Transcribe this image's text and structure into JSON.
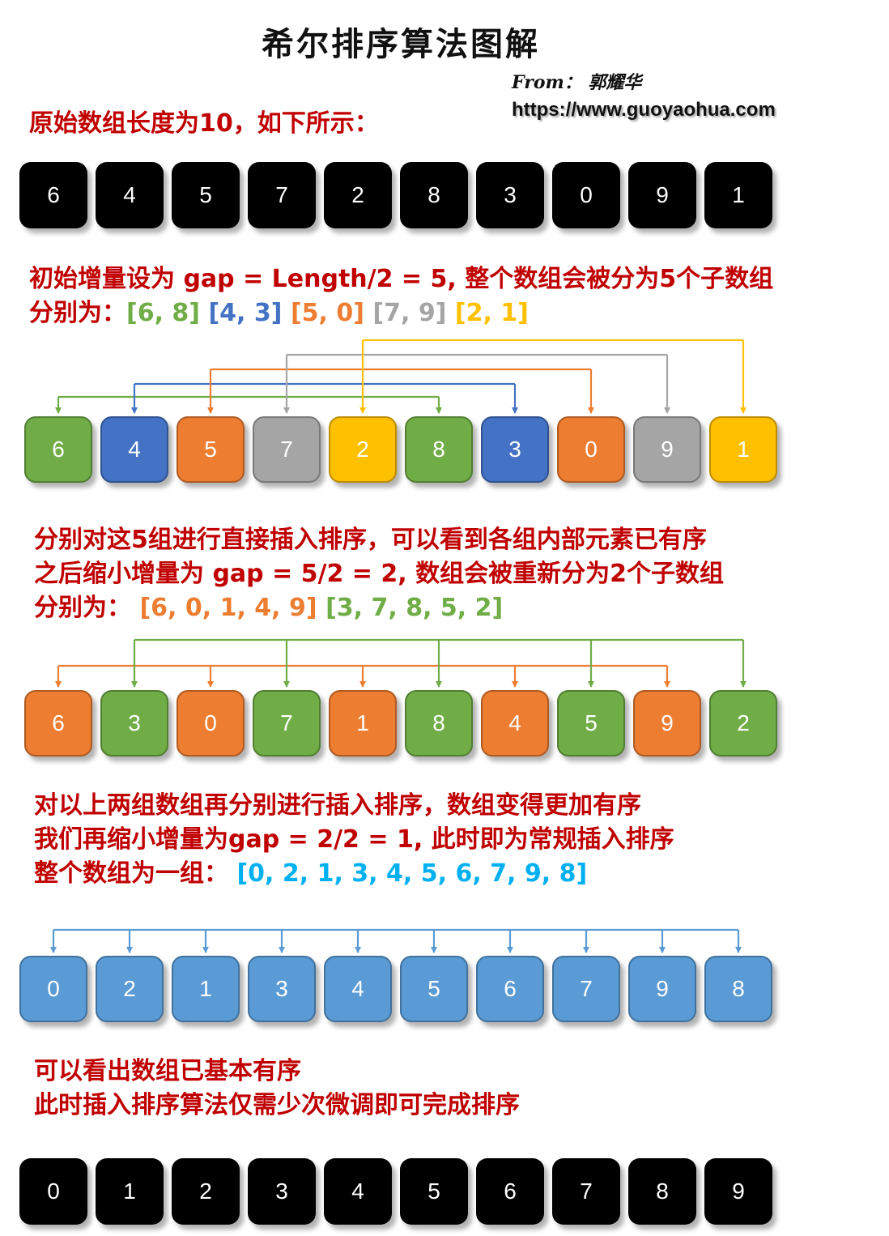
{
  "title": "希尔排序算法图解",
  "from": "From： 郭耀华",
  "url": "https://www.guoyaohua.com",
  "colors": {
    "black": "#000000",
    "green": "#70ad47",
    "blue": "#4472c4",
    "orange": "#ed7d31",
    "gray": "#a5a5a5",
    "yellow": "#ffc000",
    "light_blue": "#5b9bd5",
    "text_red": "#c00000"
  },
  "step1": {
    "text": "原始数组长度为10，如下所示：",
    "array": [
      "6",
      "4",
      "5",
      "7",
      "2",
      "8",
      "3",
      "0",
      "9",
      "1"
    ]
  },
  "step2": {
    "line1": "初始增量设为 gap = Length/2 = 5, 整个数组会被分为5个子数组",
    "line2_prefix": "分别为：",
    "groups": [
      "[6, 8]",
      "[4, 3]",
      "[5, 0]",
      "[7, 9]",
      "[2, 1]"
    ],
    "array": [
      "6",
      "4",
      "5",
      "7",
      "2",
      "8",
      "3",
      "0",
      "9",
      "1"
    ]
  },
  "step3": {
    "line1": "分别对这5组进行直接插入排序，可以看到各组内部元素已有序",
    "line2": "之后缩小增量为 gap = 5/2 = 2, 数组会被重新分为2个子数组",
    "line3_prefix": "分别为：",
    "groups": [
      "[6, 0, 1, 4, 9]",
      "[3, 7, 8, 5, 2]"
    ],
    "array": [
      "6",
      "3",
      "0",
      "7",
      "1",
      "8",
      "4",
      "5",
      "9",
      "2"
    ]
  },
  "step4": {
    "line1": "对以上两组数组再分别进行插入排序，数组变得更加有序",
    "line2": "我们再缩小增量为gap = 2/2 = 1, 此时即为常规插入排序",
    "line3_prefix": "整个数组为一组：",
    "group": "[0, 2, 1, 3, 4, 5, 6, 7, 9, 8]",
    "array": [
      "0",
      "2",
      "1",
      "3",
      "4",
      "5",
      "6",
      "7",
      "9",
      "8"
    ]
  },
  "step5": {
    "line1": "可以看出数组已基本有序",
    "line2": "此时插入排序算法仅需少次微调即可完成排序",
    "array": [
      "0",
      "1",
      "2",
      "3",
      "4",
      "5",
      "6",
      "7",
      "8",
      "9"
    ]
  }
}
